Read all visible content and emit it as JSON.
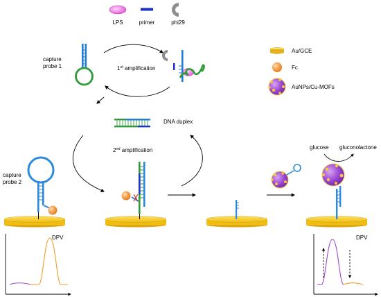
{
  "colors": {
    "stem_blue": "#1f7bd6",
    "loop_green": "#2f9a3a",
    "primer_blue": "#1a32c8",
    "lps_pink": "#e25fd8",
    "phi29_gray": "#8e8e8e",
    "electrode_gold": "#f2c21a",
    "electrode_edge": "#c99c10",
    "fc_orange": "#f59a3c",
    "mof_purple": "#9a3fd0",
    "mof_dot": "#f3c54d",
    "probe2_blue": "#2b8ae0",
    "trace_orange": "#f19a2a",
    "trace_purple": "#9b45c8",
    "x_red": "#d62b2b"
  },
  "legend_top": {
    "lps": "LPS",
    "primer": "primer",
    "phi29": "phi29"
  },
  "legend_right": {
    "electrode": "Au/GCE",
    "fc": "Fc",
    "mof": "AuNPs/Cu-MOFs"
  },
  "labels": {
    "capture_probe_1_line1": "capture",
    "capture_probe_1_line2": "probe 1",
    "first_amp_prefix": "1",
    "first_amp_sup": "st",
    "first_amp_suffix": " amplification",
    "dna_duplex": "DNA duplex",
    "second_amp_prefix": "2",
    "second_amp_sup": "nd",
    "second_amp_suffix": " amplification",
    "capture_probe_2_line1": "capture",
    "capture_probe_2_line2": "probe 2",
    "glucose": "glucose",
    "gluconolactone": "gluconolactone",
    "dpv_left": "DPV",
    "dpv_right": "DPV"
  },
  "icons": [
    "lps-icon",
    "primer-icon",
    "phi29-icon",
    "electrode-icon",
    "ferrocene-icon",
    "mof-icon"
  ]
}
